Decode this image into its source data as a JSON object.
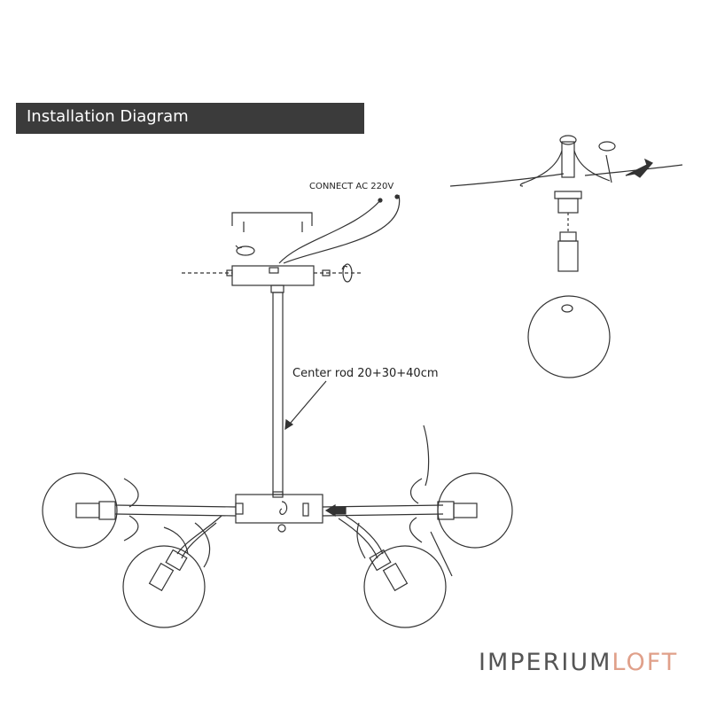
{
  "header": {
    "title": "Installation Diagram"
  },
  "labels": {
    "connect": "CONNECT AC 220V",
    "center_rod": "Center rod 20+30+40cm"
  },
  "brand": {
    "part1": "IMPERIUM",
    "part2": "LOFT",
    "accent_color": "#e0a08a"
  },
  "colors": {
    "header_bg": "#3b3b3b",
    "line": "#333333"
  }
}
